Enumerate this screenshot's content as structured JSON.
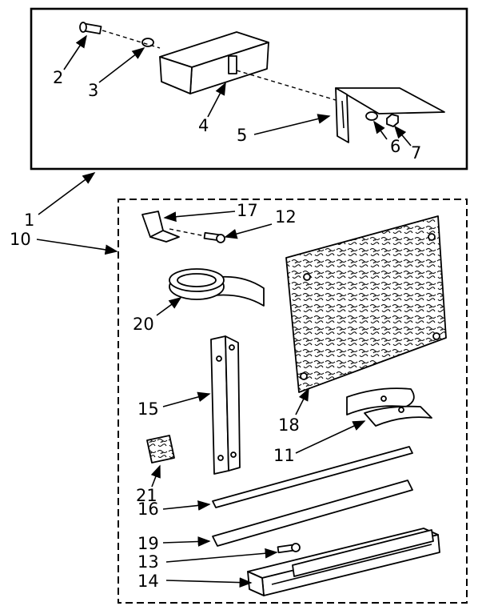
{
  "callouts": {
    "c1": "1",
    "c2": "2",
    "c3": "3",
    "c4": "4",
    "c5": "5",
    "c6": "6",
    "c7": "7",
    "c10": "10",
    "c11": "11",
    "c12": "12",
    "c13": "13",
    "c14": "14",
    "c15": "15",
    "c16": "16",
    "c17": "17",
    "c18": "18",
    "c19": "19",
    "c20": "20",
    "c21": "21"
  }
}
